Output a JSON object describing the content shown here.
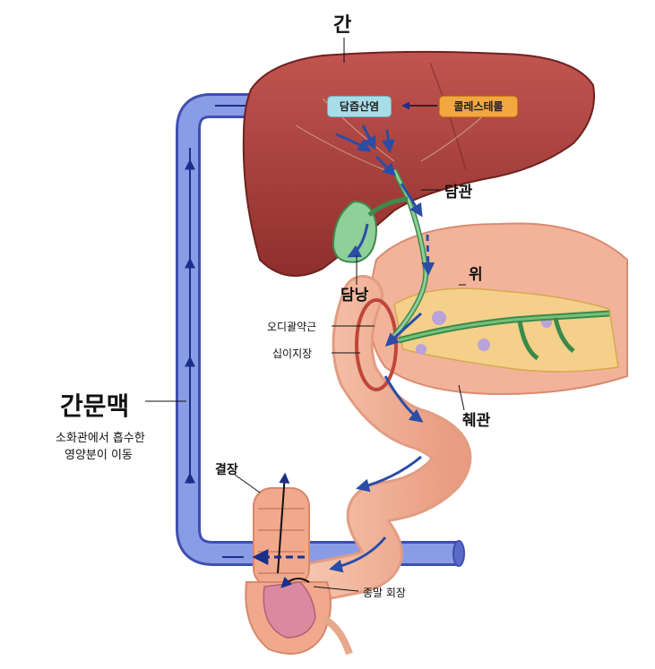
{
  "labels": {
    "liver": "간",
    "bile_acid": "담즙산염",
    "cholesterol": "콜레스테롤",
    "bile_duct": "담관",
    "gallbladder": "담낭",
    "stomach": "위",
    "sphincter_oddi": "오디괄약근",
    "duodenum": "십이지장",
    "pancreatic_duct": "췌관",
    "portal_vein": "간문맥",
    "portal_vein_desc_1": "소화관에서 흡수한",
    "portal_vein_desc_2": "영양분이 이동",
    "colon": "결장",
    "terminal_ileum": "종말 회장"
  },
  "colors": {
    "liver": "#a63a35",
    "vein": "#7b8fe0",
    "vein_edge": "#3f4fb0",
    "arrow": "#2a4da6",
    "bile_acid_box": "#a8dde8",
    "cholesterol_box": "#f3a741",
    "intestine": "#f2b49a"
  }
}
